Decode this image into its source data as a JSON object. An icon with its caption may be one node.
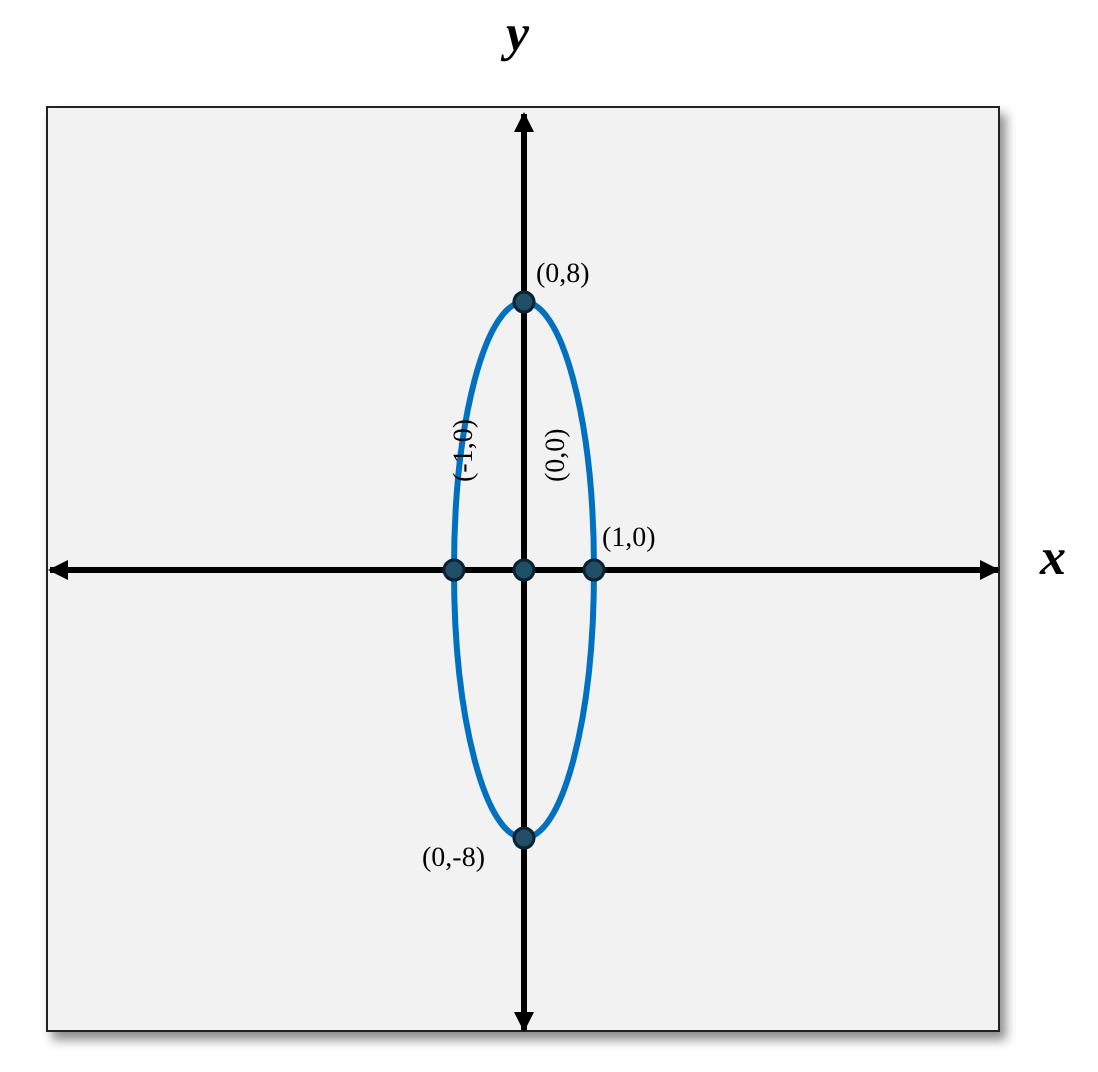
{
  "diagram": {
    "labels": [
      "y",
      "(0,8)",
      "(-1,0)",
      "(0,0)",
      "(1,0)",
      "x",
      "(0,-8)"
    ]
  }
}
